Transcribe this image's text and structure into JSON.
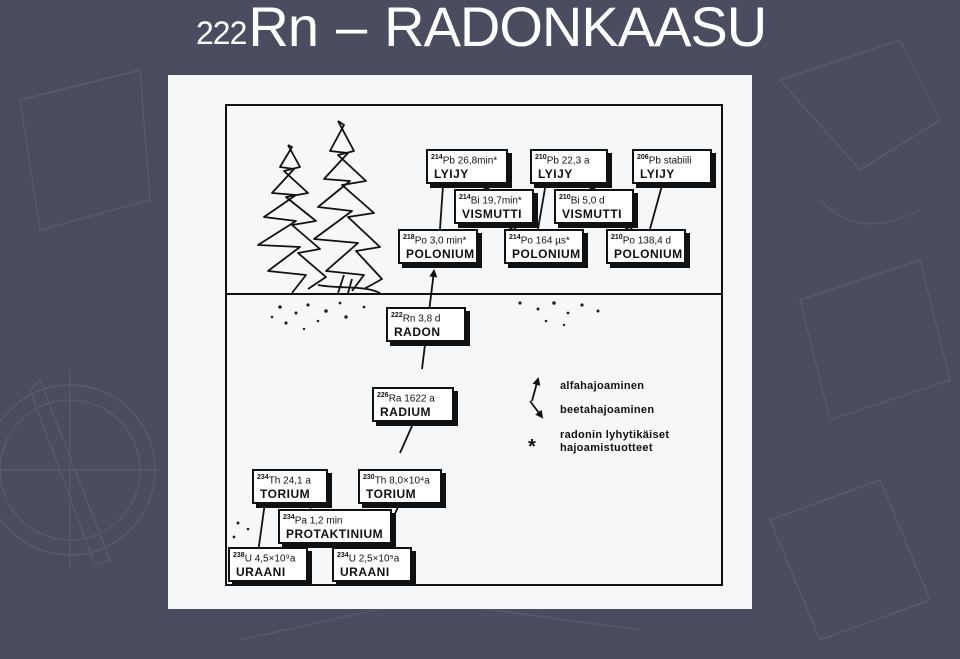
{
  "title": {
    "mass": "222",
    "symbol": "Rn",
    "dash": "–",
    "name": "RADONKAASU"
  },
  "nodes": [
    {
      "id": "pb214",
      "mass": "214",
      "text": "Pb 26,8min*",
      "name": "LYIJY"
    },
    {
      "id": "bi214",
      "mass": "214",
      "text": "Bi 19,7min*",
      "name": "VISMUTTI"
    },
    {
      "id": "po218",
      "mass": "218",
      "text": "Po 3,0 min*",
      "name": "POLONIUM"
    },
    {
      "id": "pb210",
      "mass": "210",
      "text": "Pb 22,3 a",
      "name": "LYIJY"
    },
    {
      "id": "bi210",
      "mass": "210",
      "text": "Bi 5,0 d",
      "name": "VISMUTTI"
    },
    {
      "id": "po214",
      "mass": "214",
      "text": "Po 164 µs*",
      "name": "POLONIUM"
    },
    {
      "id": "pb206",
      "mass": "206",
      "text": "Pb stabiili",
      "name": "LYIJY"
    },
    {
      "id": "po210",
      "mass": "210",
      "text": "Po 138,4 d",
      "name": "POLONIUM"
    },
    {
      "id": "rn222",
      "mass": "222",
      "text": "Rn 3,8 d",
      "name": "RADON"
    },
    {
      "id": "ra226",
      "mass": "226",
      "text": "Ra 1622 a",
      "name": "RADIUM"
    },
    {
      "id": "th234",
      "mass": "234",
      "text": "Th 24,1 a",
      "name": "TORIUM"
    },
    {
      "id": "th230",
      "mass": "230",
      "text": "Th 8,0×10⁴a",
      "name": "TORIUM"
    },
    {
      "id": "pa234",
      "mass": "234",
      "text": "Pa 1,2 min",
      "name": "PROTAKTINIUM"
    },
    {
      "id": "u238",
      "mass": "238",
      "text": "U 4,5×10⁹a",
      "name": "URAANI"
    },
    {
      "id": "u234",
      "mass": "234",
      "text": "U 2,5×10⁵a",
      "name": "URAANI"
    }
  ],
  "legend": {
    "alpha": "alfahajoaminen",
    "beta": "beetahajoaminen",
    "star_symbol": "*",
    "short_lived_line1": "radonin lyhytikäiset",
    "short_lived_line2": "hajoamistuotteet"
  },
  "colors": {
    "background": "#4a4d60",
    "paper": "#f6f7f9",
    "ink": "#111111",
    "title": "#ffffff"
  }
}
